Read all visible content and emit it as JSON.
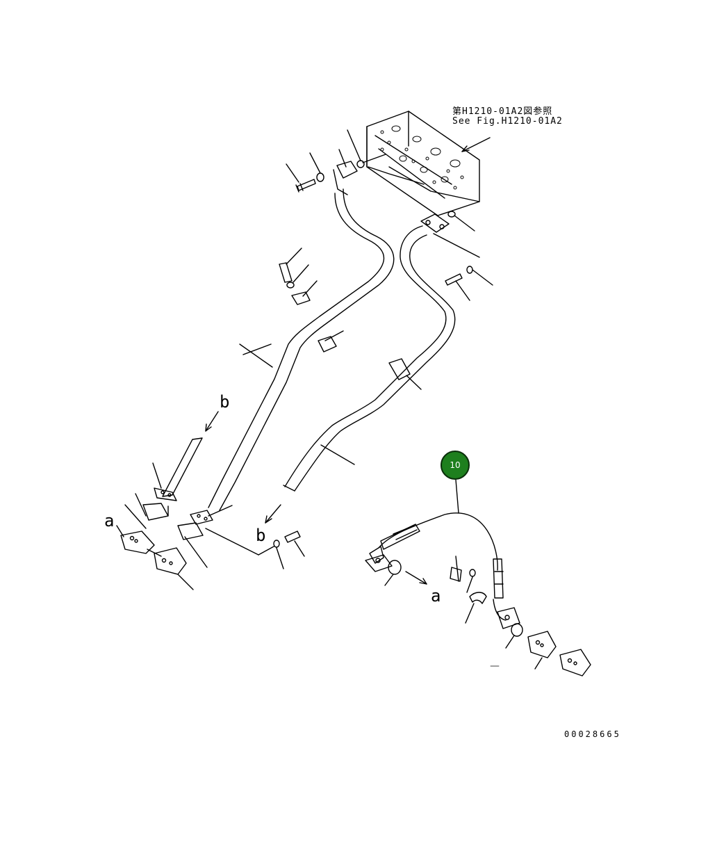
{
  "reference_note": {
    "jp": "第H1210-01A2図参照",
    "en": "See Fig.H1210-01A2"
  },
  "callout_letters": {
    "b_upper": "b",
    "b_lower": "b",
    "a_left": "a",
    "a_right": "a"
  },
  "part_badge": {
    "label": "10",
    "color": "#1e7f1e"
  },
  "drawing_number": "00028665"
}
